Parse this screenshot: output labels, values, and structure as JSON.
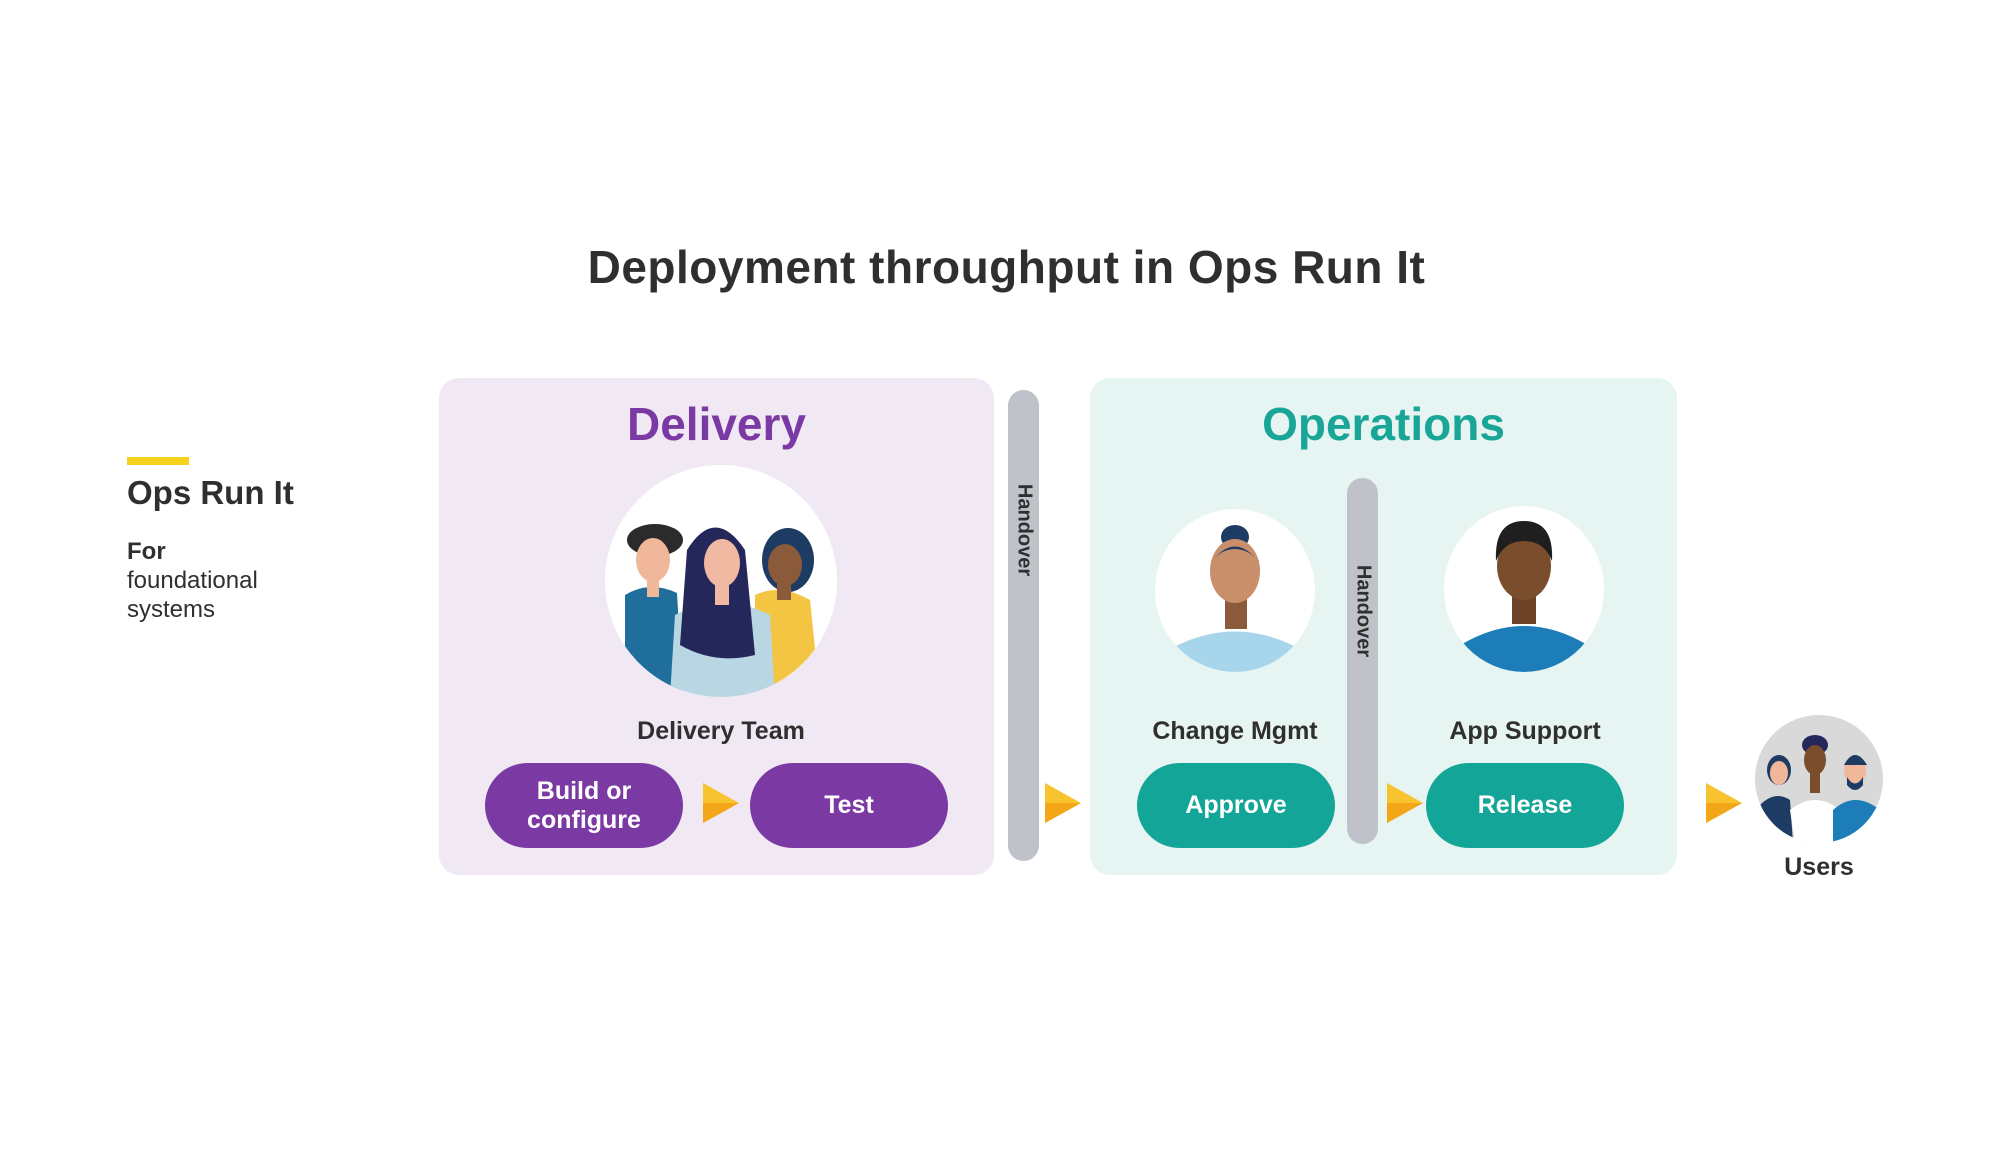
{
  "title": "Deployment throughput in Ops Run It",
  "legend": {
    "title": "Ops Run It",
    "desc_bold": "For",
    "desc_rest": "foundational systems",
    "accent_color": "#f7d21d"
  },
  "delivery": {
    "title": "Delivery",
    "color": "#7b3aa3",
    "team_label": "Delivery Team",
    "steps": [
      "Build or configure",
      "Test"
    ]
  },
  "handover_label": "Handover",
  "operations": {
    "title": "Operations",
    "color": "#19a697",
    "change_label": "Change Mgmt",
    "support_label": "App Support",
    "steps": [
      "Approve",
      "Release"
    ]
  },
  "users_label": "Users",
  "arrow_icon": "play-triangle-icon",
  "arrow_color": "#f7b520"
}
